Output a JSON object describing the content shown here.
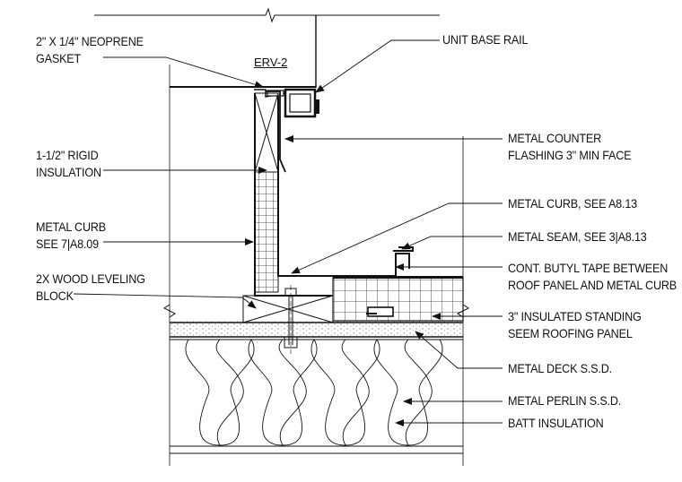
{
  "unit_tag": "ERV-2",
  "labels": {
    "gasket": [
      "2\" X 1/4\" NEOPRENE",
      "GASKET"
    ],
    "rigid_insulation": [
      "1-1/2\" RIGID",
      "INSULATION"
    ],
    "metal_curb_left": [
      "METAL CURB",
      "SEE 7|A8.09"
    ],
    "wood_block": [
      "2X WOOD LEVELING",
      "BLOCK"
    ],
    "unit_base_rail": [
      "UNIT BASE RAIL"
    ],
    "counter_flashing": [
      "METAL COUNTER",
      "FLASHING 3\" MIN FACE"
    ],
    "metal_curb_right": [
      "METAL CURB, SEE A8.13"
    ],
    "metal_seam": [
      "METAL SEAM, SEE 3|A8.13"
    ],
    "butyl_tape": [
      "CONT. BUTYL TAPE BETWEEN",
      "ROOF PANEL AND METAL CURB"
    ],
    "roof_panel": [
      "3\" INSULATED STANDING",
      "SEEM ROOFING PANEL"
    ],
    "metal_deck": [
      "METAL DECK S.S.D."
    ],
    "metal_perlin": [
      "METAL PERLIN S.S.D."
    ],
    "batt_insulation": [
      "BATT INSULATION"
    ]
  },
  "colors": {
    "line": "#111111",
    "background": "#ffffff"
  }
}
